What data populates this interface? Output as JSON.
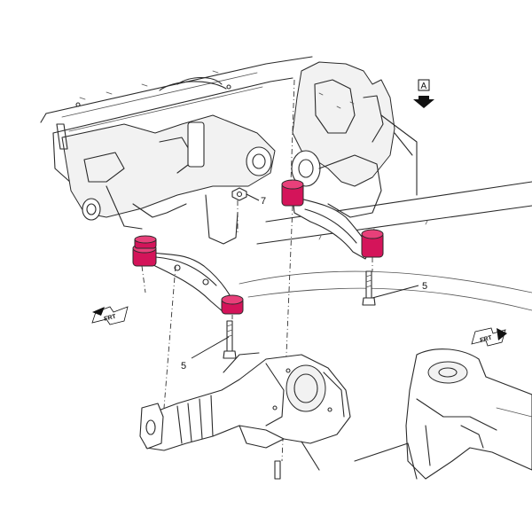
{
  "callouts": {
    "a": "7",
    "b": "5",
    "c": "5"
  },
  "view_marker": {
    "letter": "A"
  },
  "front_arrows": {
    "left": "FRT",
    "right": "FRT"
  },
  "colors": {
    "bushing": "#d4145a",
    "line": "#2a2a2a",
    "background": "#ffffff"
  },
  "icons": [
    "view-arrow-icon",
    "front-arrow-icon"
  ]
}
